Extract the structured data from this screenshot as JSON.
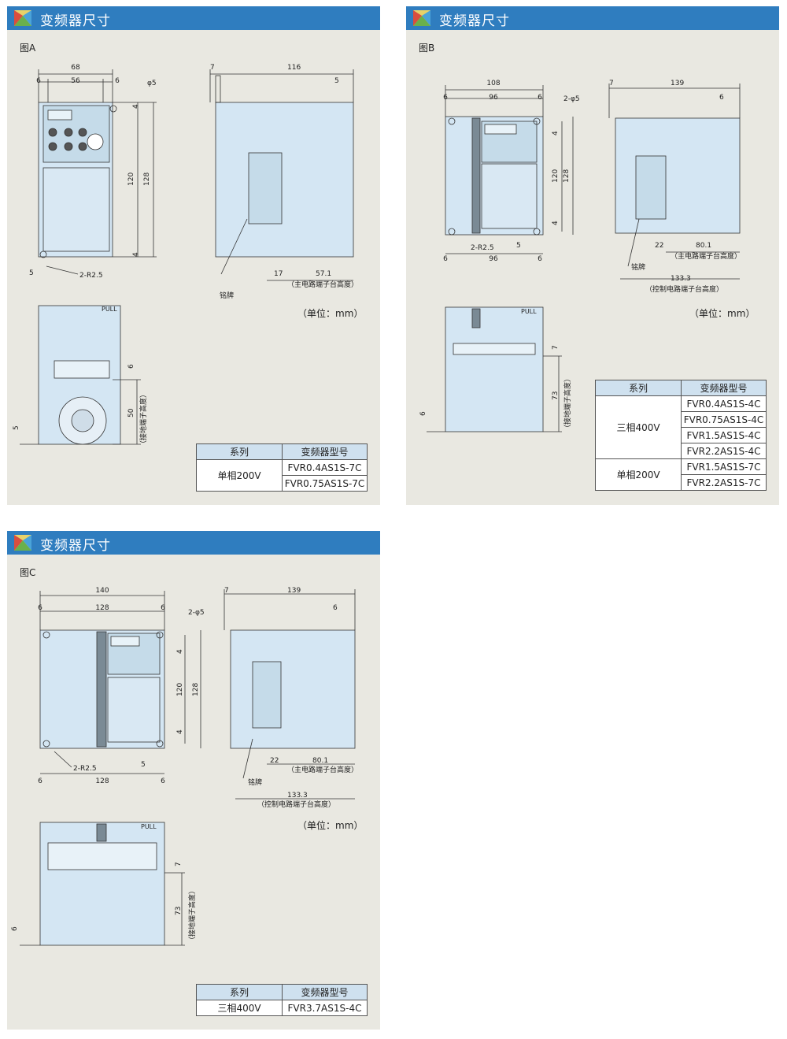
{
  "panels": [
    {
      "title": "变频器尺寸",
      "figure_label": "图A",
      "unit_label": "（单位：mm）",
      "dims": {
        "overall_width": "68",
        "inner_width": "56",
        "edge_left": "6",
        "edge_right": "6",
        "hole": "φ5",
        "height_inner": "120",
        "height_total": "128",
        "top_gap": "4",
        "bottom_gap": "4",
        "corner": "2-R2.5",
        "offset_bottom": "5",
        "side_flange": "7",
        "depth": "116",
        "side_edge": "5",
        "side_17": "17",
        "side_571": "57.1",
        "main_terminal": "（主电路端子台高度）",
        "nameplate": "铭牌",
        "bottom_6": "6",
        "bottom_50": "50",
        "bottom_5": "5",
        "ground_terminal": "（接地端子高度）",
        "pull": "PULL"
      },
      "table": {
        "headers": [
          "系列",
          "变频器型号"
        ],
        "groups": [
          {
            "series": "单相200V",
            "models": [
              "FVR0.4AS1S-7C",
              "FVR0.75AS1S-7C"
            ]
          }
        ]
      }
    },
    {
      "title": "变频器尺寸",
      "figure_label": "图B",
      "unit_label": "（单位：mm）",
      "dims": {
        "overall_width": "108",
        "inner_width": "96",
        "edge_left": "6",
        "edge_right": "6",
        "hole": "2-φ5",
        "height_inner": "120",
        "height_total": "128",
        "top_gap": "4",
        "bottom_gap": "4",
        "corner": "2-R2.5",
        "offset_bottom": "5",
        "bottom_width": "96",
        "bottom_edge_left": "6",
        "bottom_edge_right": "6",
        "side_flange": "7",
        "depth": "139",
        "side_edge": "6",
        "side_22": "22",
        "side_801": "80.1",
        "main_terminal": "（主电路端子台高度）",
        "nameplate": "铭牌",
        "side_1333": "133.3",
        "control_terminal": "（控制电路端子台高度）",
        "bottom_7": "7",
        "bottom_73": "73",
        "bottom_6": "6",
        "ground_terminal": "（接地端子高度）",
        "pull": "PULL"
      },
      "table": {
        "headers": [
          "系列",
          "变频器型号"
        ],
        "groups": [
          {
            "series": "三相400V",
            "models": [
              "FVR0.4AS1S-4C",
              "FVR0.75AS1S-4C",
              "FVR1.5AS1S-4C",
              "FVR2.2AS1S-4C"
            ]
          },
          {
            "series": "单相200V",
            "models": [
              "FVR1.5AS1S-7C",
              "FVR2.2AS1S-7C"
            ]
          }
        ]
      }
    },
    {
      "title": "变频器尺寸",
      "figure_label": "图C",
      "unit_label": "（单位：mm）",
      "dims": {
        "overall_width": "140",
        "inner_width": "128",
        "edge_left": "6",
        "edge_right": "6",
        "hole": "2-φ5",
        "height_inner": "120",
        "height_total": "128",
        "top_gap": "4",
        "bottom_gap": "4",
        "corner": "2-R2.5",
        "offset_bottom": "5",
        "bottom_width": "128",
        "bottom_edge_left": "6",
        "bottom_edge_right": "6",
        "side_flange": "7",
        "depth": "139",
        "side_edge": "6",
        "side_22": "22",
        "side_801": "80.1",
        "main_terminal": "（主电路端子台高度）",
        "nameplate": "铭牌",
        "side_1333": "133.3",
        "control_terminal": "（控制电路端子台高度）",
        "bottom_7": "7",
        "bottom_73": "73",
        "bottom_6": "6",
        "ground_terminal": "（接地端子高度）",
        "pull": "PULL"
      },
      "table": {
        "headers": [
          "系列",
          "变频器型号"
        ],
        "groups": [
          {
            "series": "三相400V",
            "models": [
              "FVR3.7AS1S-4C"
            ]
          }
        ]
      }
    }
  ]
}
